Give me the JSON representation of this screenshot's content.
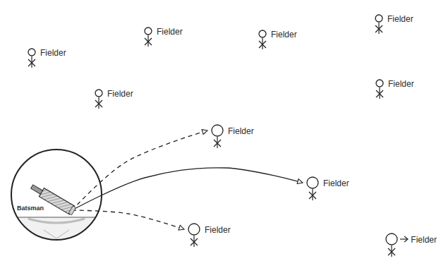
{
  "diagram": {
    "nodes": [
      {
        "text": [
          "Fielder"
        ]
      },
      {
        "text": [
          "Fielder"
        ]
      },
      {
        "text": [
          "Fielder"
        ]
      },
      {
        "text": [
          "Fielder"
        ]
      },
      {
        "text": [
          "Fielder"
        ]
      },
      {
        "text": [
          "Fielder"
        ]
      },
      {
        "text": [
          "Fielder"
        ]
      },
      {
        "text": [
          "Fielder"
        ]
      },
      {
        "text": [
          "Batsman"
        ]
      },
      {
        "text": [
          "Fielder"
        ]
      },
      {
        "text": [
          "Fielder"
        ]
      }
    ],
    "edges": [
      {
        "from": 8,
        "to": 6,
        "arrow": "to"
      },
      {
        "from": 8,
        "to": 7,
        "arrow": "to"
      },
      {
        "from": 8,
        "to": 9,
        "arrow": "to"
      }
    ]
  }
}
